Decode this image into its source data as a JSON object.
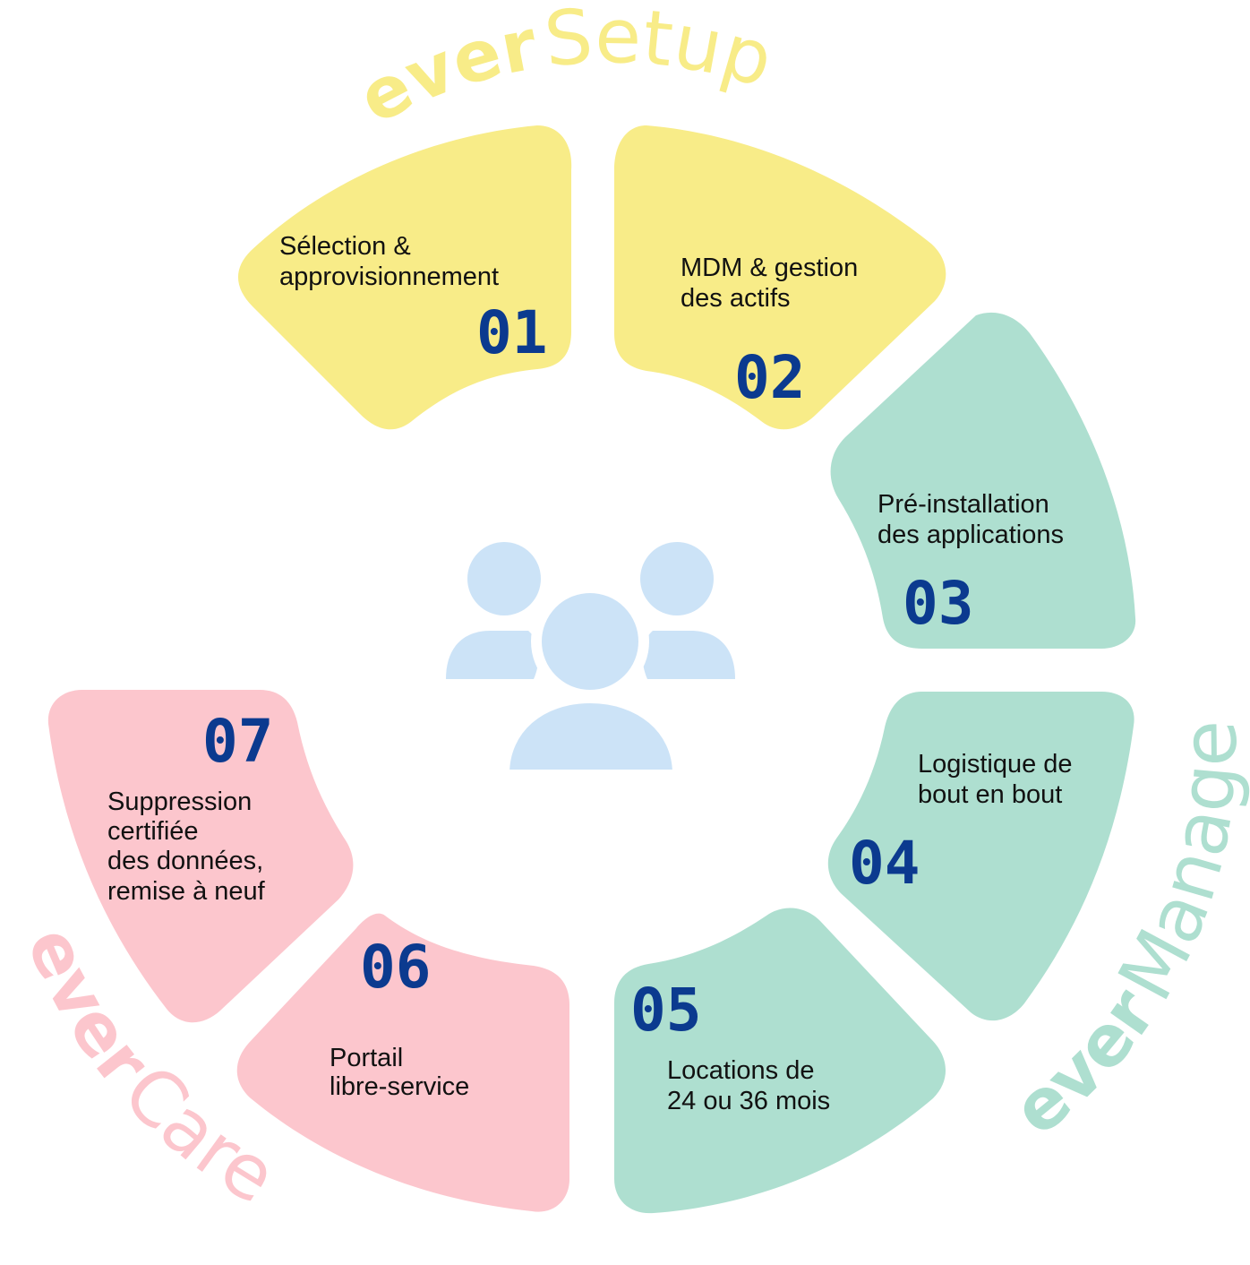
{
  "colors": {
    "setup": "#f8ec88",
    "manage": "#aedfd0",
    "care": "#fcc6cd",
    "number": "#0b3a8f",
    "text": "#111111",
    "icon": "#cce3f7"
  },
  "groups": {
    "setup": {
      "ever": "ever",
      "name": "Setup"
    },
    "manage": {
      "ever": "ever",
      "name": "Manage"
    },
    "care": {
      "ever": "ever",
      "name": "Care"
    }
  },
  "center_icon": "users-group-icon",
  "segments": [
    {
      "number": "01",
      "lines": [
        "Sélection &",
        "approvisionnement"
      ],
      "group": "setup"
    },
    {
      "number": "02",
      "lines": [
        "MDM & gestion",
        "des actifs"
      ],
      "group": "setup"
    },
    {
      "number": "03",
      "lines": [
        "Pré-installation",
        "des applications"
      ],
      "group": "manage"
    },
    {
      "number": "04",
      "lines": [
        "Logistique de",
        "bout en bout"
      ],
      "group": "manage"
    },
    {
      "number": "05",
      "lines": [
        "Locations de",
        "24 ou 36 mois"
      ],
      "group": "manage"
    },
    {
      "number": "06",
      "lines": [
        "Portail",
        "libre-service"
      ],
      "group": "care"
    },
    {
      "number": "07",
      "lines": [
        "Suppression",
        "certifiée",
        "des données,",
        "remise à neuf"
      ],
      "group": "care"
    }
  ]
}
